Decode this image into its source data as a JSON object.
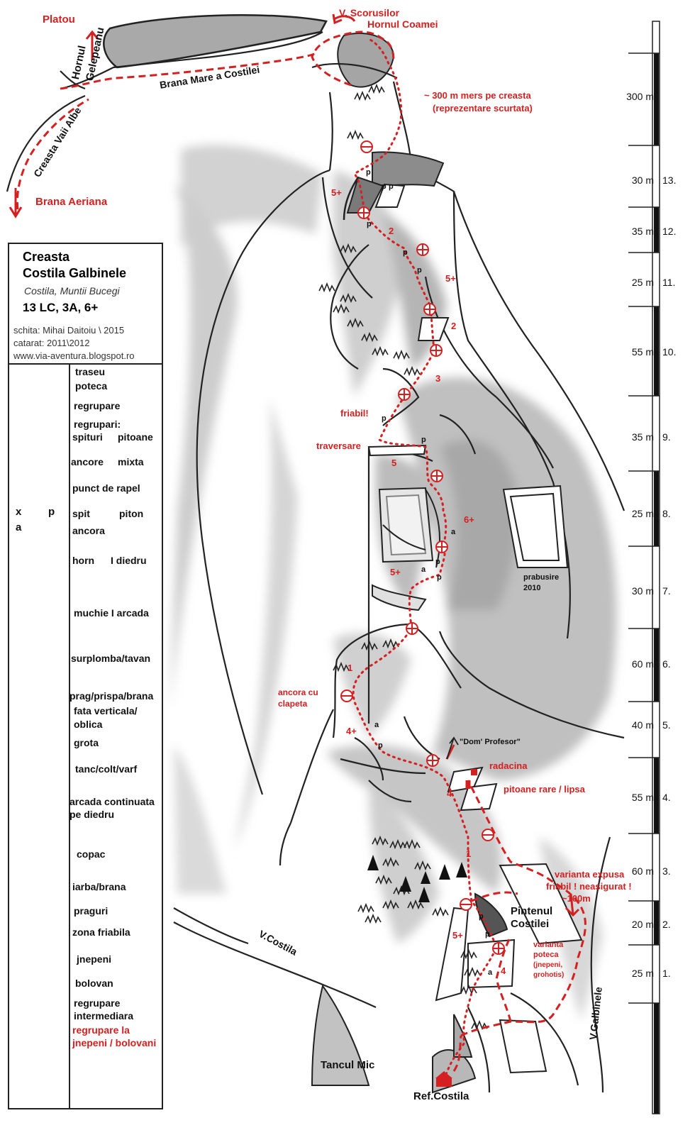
{
  "top_labels": {
    "platou": "Platou",
    "hornul_gelepeanu_1": "Hornul",
    "hornul_gelepeanu_2": "Gelepeanu",
    "v_scorusilor": "V. Scorusilor",
    "hornul_coamei": "Hornul Coamei",
    "brana_mare": "Brana Mare a Costilei",
    "creasta_vaii_albe": "Creasta Vaii Albe",
    "brana_aeriana": "Brana Aeriana",
    "ridge_note_1": "~ 300 m mers pe creasta",
    "ridge_note_2": "(reprezentare scurtata)"
  },
  "route_labels": {
    "friabil": "friabil!",
    "traversare": "traversare",
    "prabusire_1": "prabusire",
    "prabusire_2": "2010",
    "ancora_1": "ancora cu",
    "ancora_2": "clapeta",
    "dom_profesor": "\"Dom' Profesor\"",
    "radacina": "radacina",
    "pitoane_rare": "pitoane rare / lipsa",
    "varianta_expusa_1": "varianta expusa",
    "varianta_expusa_2": "friabil ! neasigurat !",
    "varianta_expusa_3": "~100m",
    "pintenul_1": "Pintenul",
    "pintenul_2": "Costilei",
    "varianta_poteca_1": "varianta",
    "varianta_poteca_2": "poteca",
    "varianta_poteca_3": "(jnepeni,",
    "varianta_poteca_4": "grohotis)",
    "v_costila": "V.Costila",
    "v_galbinele": "V.Galbinele",
    "tancul_mic": "Tancul Mic",
    "ref_costila": "Ref.Costila"
  },
  "grades": [
    "5+",
    "2",
    "5+",
    "2",
    "3",
    "5",
    "6+",
    "5+",
    "1",
    "4+",
    "4",
    "1",
    "5+",
    "4"
  ],
  "anchors": [
    "p",
    "p",
    "p",
    "p",
    "p",
    "p",
    "p",
    "p",
    "a",
    "p",
    "p",
    "a",
    "a",
    "p",
    "p",
    "p",
    "a"
  ],
  "legend": {
    "title_1": "Creasta",
    "title_2": "Costila Galbinele",
    "subtitle": "Costila, Muntii Bucegi",
    "grade": "13 LC, 3A, 6+",
    "author": "schita: Mihai Daitoiu  \\ 2015",
    "climbed": "catarat:  2011\\2012",
    "website": "www.via-aventura.blogspot.ro",
    "items": {
      "traseu": "traseu",
      "poteca": "poteca",
      "regrupare": "regrupare",
      "regrupari": "regrupari:",
      "spituri": "spituri",
      "pitoane": "pitoane",
      "ancore": "ancore",
      "mixta": "mixta",
      "rapel": "punct de rapel",
      "x": "x",
      "p": "p",
      "spit": "spit",
      "piton": "piton",
      "a": "a",
      "ancora": "ancora",
      "horn": "horn",
      "diedru": "I  diedru",
      "muchie": "muchie I arcada",
      "surplomba": "surplomba/tavan",
      "prag": "prag/prispa/brana",
      "fata_1": "fata verticala/",
      "fata_2": "oblica",
      "grota": "grota",
      "tanc": "tanc/colt/varf",
      "arcada_1": "arcada continuata",
      "arcada_2": "pe diedru",
      "copac": "copac",
      "iarba": "iarba/brana",
      "praguri": "praguri",
      "friabila": "zona friabila",
      "jnepeni": "jnepeni",
      "bolovan": "bolovan",
      "interm_1": "regrupare",
      "interm_2": "intermediara",
      "jneprg_1": "regrupare la",
      "jneprg_2": "jnepeni / bolovani"
    }
  },
  "pitch_scale": [
    {
      "length": "300 m",
      "pitch": ""
    },
    {
      "length": "30 m",
      "pitch": "13."
    },
    {
      "length": "35 m",
      "pitch": "12."
    },
    {
      "length": "25 m",
      "pitch": "11."
    },
    {
      "length": "55 m",
      "pitch": "10."
    },
    {
      "length": "35 m",
      "pitch": "9."
    },
    {
      "length": "25 m",
      "pitch": "8."
    },
    {
      "length": "30 m",
      "pitch": "7."
    },
    {
      "length": "60 m",
      "pitch": "6."
    },
    {
      "length": "40 m",
      "pitch": "5."
    },
    {
      "length": "55 m",
      "pitch": "4."
    },
    {
      "length": "60 m",
      "pitch": "3."
    },
    {
      "length": "20 m",
      "pitch": "2."
    },
    {
      "length": "25 m",
      "pitch": "1."
    }
  ],
  "colors": {
    "route": "#d42020",
    "rock_dark": "#9a9a9a",
    "rock_mid": "#c4c4c4",
    "rock_light": "#e0e0e0",
    "line": "#222222"
  }
}
